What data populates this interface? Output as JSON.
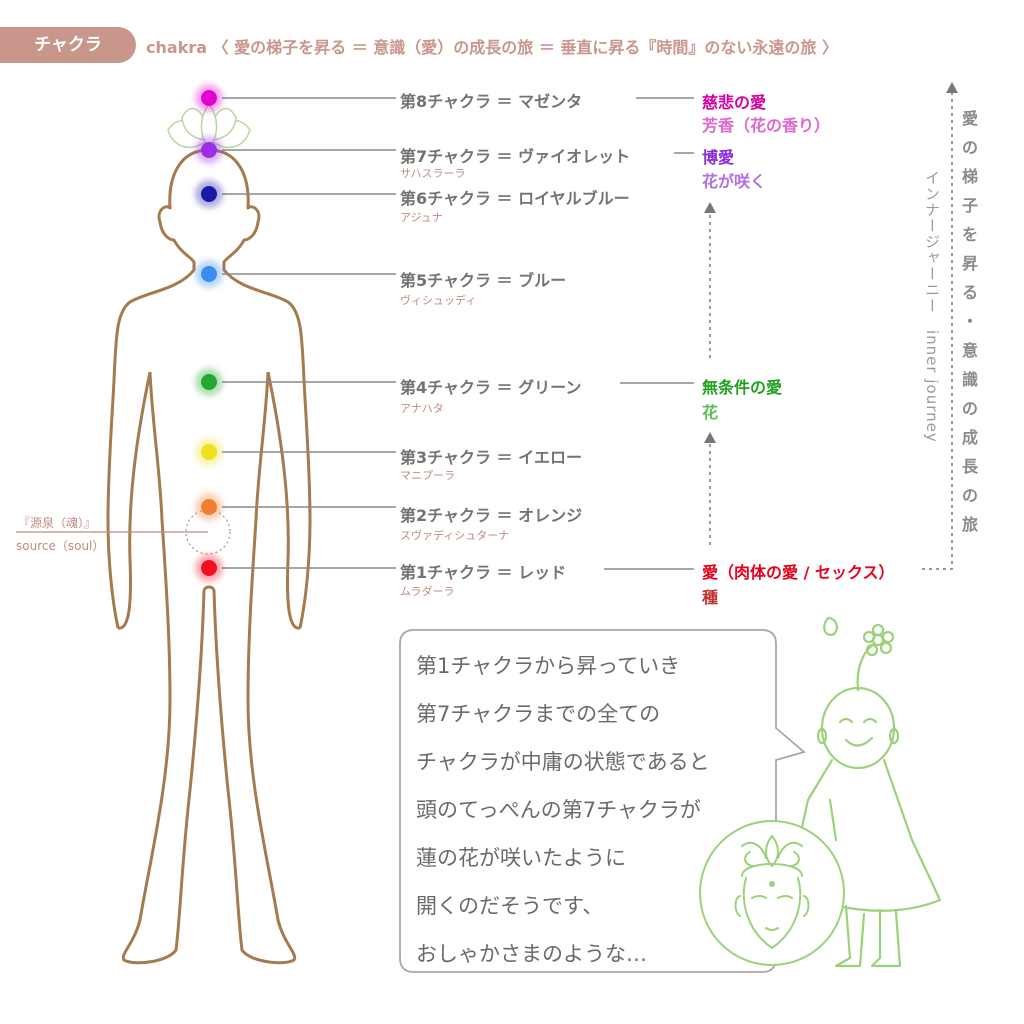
{
  "header": {
    "badge": "チャクラ",
    "title": "chakra 〈 愛の梯子を昇る ＝ 意識（愛）の成長の旅 ＝ 垂直に昇る『時間』のない永遠の旅 〉"
  },
  "colors": {
    "accent": "#c9968c",
    "body_outline": "#a47a4e",
    "character_line": "#9bd27a",
    "magenta": "#d400a0",
    "violet": "#8b2bd8",
    "green": "#20a020",
    "red": "#e8001c"
  },
  "chakras": [
    {
      "name": "第8チャクラ ＝ マゼンタ",
      "sub": "",
      "color": "#e600cf"
    },
    {
      "name": "第7チャクラ ＝ ヴァイオレット",
      "sub": "サハスラーラ",
      "color": "#9b2ee6"
    },
    {
      "name": "第6チャクラ ＝ ロイヤルブルー",
      "sub": "アジュナ",
      "color": "#1a1aa8"
    },
    {
      "name": "第5チャクラ ＝ ブルー",
      "sub": "ヴィシュッディ",
      "color": "#3a8cf0"
    },
    {
      "name": "第4チャクラ ＝ グリーン",
      "sub": "アナハタ",
      "color": "#22a832"
    },
    {
      "name": "第3チャクラ ＝ イエロー",
      "sub": "マニプーラ",
      "color": "#f0e020"
    },
    {
      "name": "第2チャクラ ＝ オレンジ",
      "sub": "スヴァディシュターナ",
      "color": "#f08030"
    },
    {
      "name": "第1チャクラ ＝ レッド",
      "sub": "ムラダーラ",
      "color": "#f01020"
    }
  ],
  "love_levels": [
    {
      "main": "慈悲の愛",
      "sub": "芳香（花の香り）",
      "main_color": "#d400a0",
      "sub_color": "#e066d0"
    },
    {
      "main": "博愛",
      "sub": "花が咲く",
      "main_color": "#8b2bd8",
      "sub_color": "#b070e6"
    },
    {
      "main": "無条件の愛",
      "sub": "花",
      "main_color": "#20a020",
      "sub_color": "#5cc050"
    },
    {
      "main": "愛（肉体の愛 / セックス）",
      "sub": "種",
      "main_color": "#e8001c",
      "sub_color": "#c43030"
    }
  ],
  "vertical_title": [
    "愛",
    "の",
    "梯",
    "子",
    "を",
    "昇",
    "る",
    "・",
    "意",
    "識",
    "の",
    "成",
    "長",
    "の",
    "旅"
  ],
  "vertical_journey": "インナージャーニー　inner journey",
  "source": {
    "jp": "『源泉（魂）』",
    "en": "source（soul）"
  },
  "bubble": {
    "lines": [
      "第1チャクラから昇っていき",
      "第7チャクラまでの全ての",
      "チャクラが中庸の状態であると",
      "頭のてっぺんの第7チャクラが",
      "蓮の花が咲いたように",
      "開くのだそうです、",
      "おしゃかさまのような…"
    ]
  }
}
